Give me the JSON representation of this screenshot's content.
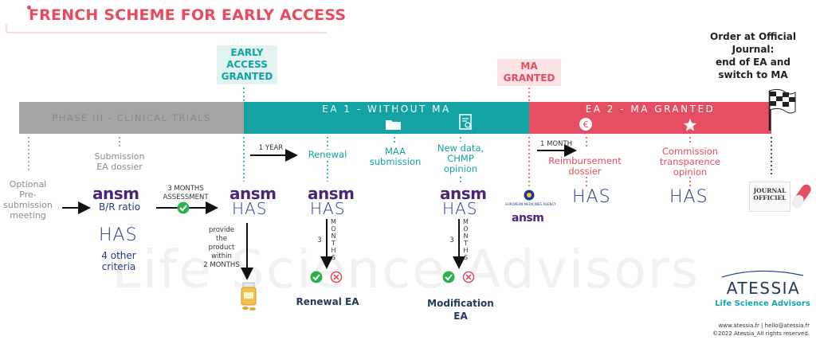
{
  "title": "FRENCH SCHEME FOR EARLY ACCESS",
  "tags": {
    "early_access_granted": "EARLY\nACCESS\nGRANTED",
    "ma_granted": "MA\nGRANTED",
    "order_official": "Order at Official\nJournal:\nend of EA and\nswitch to MA"
  },
  "bands": {
    "phase3": "PHASE III - CLINICAL TRIALS",
    "ea1": "EA 1 - WITHOUT MA",
    "ea2": "EA 2 - MA GRANTED"
  },
  "steps": {
    "optional_meeting": "Optional\nPre-\nsubmission\nmeeting",
    "submission": "Submission\nEA dossier",
    "br_ratio": "B/R ratio",
    "other_criteria": "4 other\ncriteria",
    "three_months": "3 MONTHS\nASSESSMENT",
    "one_year": "1 YEAR",
    "renewal": "Renewal",
    "maa_submission": "MAA\nsubmission",
    "new_data": "New data,\nCHMP\nopinion",
    "one_month": "1 MONTH",
    "reimbursement": "Reimbursement\ndossier",
    "commission": "Commission\ntransparence\nopinion",
    "provide_product": "provide\nthe\nproduct\nwithin\n2 MONTHS",
    "renewal_ea": "Renewal EA",
    "modification_ea": "Modification\nEA",
    "three_1": "3",
    "months_1": "MONTHS",
    "three_2": "3",
    "months_2": "MONTHS"
  },
  "logos": {
    "ansm": "ansm",
    "has": "HAS",
    "ema": "EUROPEAN MEDICINES AGENCY",
    "journal": "JOURNAL\nOFFICIEL"
  },
  "brand": {
    "name": "ATESSIA",
    "tagline": "Life Science Advisors",
    "contact": "www.atessia.fr | hello@atessia.fr",
    "rights": "©2022 Atessia_All rights reserved."
  },
  "watermark": "Life Science Advisors",
  "colors": {
    "teal": "#13a3a3",
    "red": "#e54d62",
    "grey": "#a5a5a5",
    "ansm_purple": "#4b2677",
    "has_blue": "#243a83",
    "green": "#2bb24c"
  }
}
